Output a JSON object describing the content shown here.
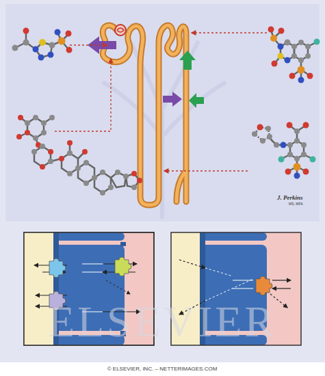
{
  "diagram": {
    "labels": [
      "J. Perkins",
      "MS, MFA",
      "ELSEVIER",
      "© ELSEVIER, INC. – NETTERIMAGES.COM"
    ]
  }
}
